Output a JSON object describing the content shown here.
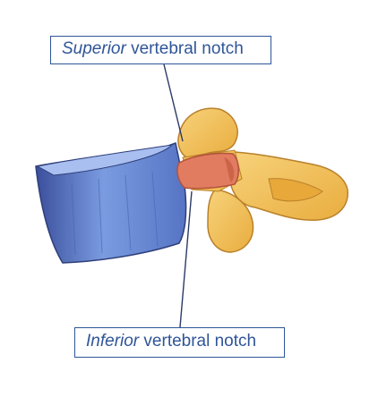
{
  "labels": {
    "superior": {
      "italic": "Superior",
      "rest": " vertebral notch"
    },
    "inferior": {
      "italic": "Inferior",
      "rest": " vertebral notch"
    }
  },
  "colors": {
    "label": "#2f5597",
    "body_blue": "#6f8fd6",
    "body_dark": "#3a4f96",
    "process_yellow": "#f2c25b",
    "pedicle_red": "#e07a5f"
  }
}
